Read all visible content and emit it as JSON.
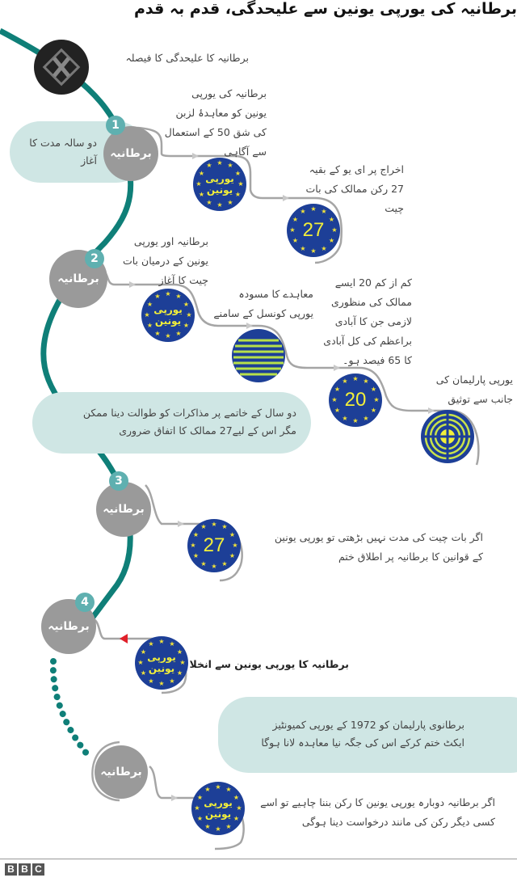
{
  "title": "برطانیہ کی یورپی یونین سے علیحدگی، قدم بہ قدم",
  "decision": "برطانیہ کا علیحدگی کا فیصلہ",
  "uk_label": "برطانیہ",
  "eu_label_line1": "یورپی",
  "eu_label_line2": "یونین",
  "steps": [
    {
      "number": "1"
    },
    {
      "number": "2"
    },
    {
      "number": "3"
    },
    {
      "number": "4"
    }
  ],
  "notes": {
    "article50": "برطانیہ کی یورپی\nیونین کو معاہدۂ لزبن\nکی شق 50 کے استعمال\nسے آگاہی",
    "exit27": "اخراج پر ای یو کے بقیہ\n27 رکن ممالک کی بات\nچیت",
    "negotiations": "برطانیہ اور یورپی\nیونین کے درمیان بات\nچیت کا آغاز",
    "draft": "معاہدے کا مسودہ\nیورپی کونسل کے سامنے",
    "twenty": "کم از کم 20 ایسے\nممالک کی منظوری\nلازمی جن کا آبادی\nبراعظم کی کل آبادی\nکا 65 فیصد ہو۔",
    "parliament": "یورپی پارلیمان کی\nجانب سے توثیق",
    "laws_end": "اگر بات چیت کی مدت نہیں بڑھتی تو یورپی یونین\nکے قوانین کا برطانیہ پر اطلاق ختم",
    "withdrawal": "برطانیہ کا یورپی یونین سے انخلا",
    "rejoin": "اگر برطانیہ دوبارہ یورپی یونین کا رکن بننا چاہیے تو اسے\nکسی دیگر رکن کی مانند درخواست دینا ہوگی"
  },
  "pills": {
    "two_year": "دو سالہ مدت کا\nآغاز",
    "extension": "دو سال کے خاتمے پر مذاکرات کو طوالت دینا ممکن\nمگر اس کے لیے27 ممالک کا اتفاق ضروری",
    "act1972": "برطانوی پارلیمان کو 1972 کے یورپی کمیونٹیز\nایکٹ ختم کرکے اس کی جگہ نیا معاہدہ لانا ہوگا"
  },
  "eu_numbers": {
    "n27": "27",
    "n20": "20"
  },
  "footer": {
    "logo": [
      "B",
      "B",
      "C"
    ]
  },
  "colors": {
    "teal": "#0f7f78",
    "uk_gray": "#9a9a9a",
    "eu_blue": "#1d3f97",
    "eu_yellow": "#f2ef3a",
    "pill": "#cfe6e4",
    "arrow_red": "#e0202a"
  }
}
